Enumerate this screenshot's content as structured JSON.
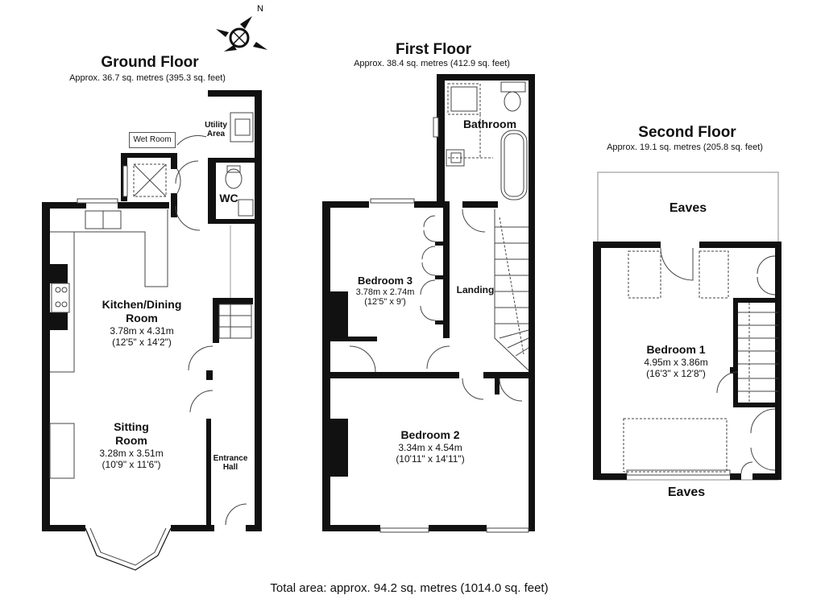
{
  "floors": {
    "ground": {
      "title": "Ground Floor",
      "area": "Approx. 36.7 sq. metres (395.3 sq. feet)",
      "rooms": {
        "kitchen": {
          "name_line1": "Kitchen/Dining",
          "name_line2": "Room",
          "dims_m": "3.78m x 4.31m",
          "dims_ft": "(12'5\" x 14'2\")"
        },
        "sitting": {
          "name_line1": "Sitting",
          "name_line2": "Room",
          "dims_m": "3.28m x 3.51m",
          "dims_ft": "(10'9\" x 11'6\")"
        },
        "entrance": {
          "name_line1": "Entrance",
          "name_line2": "Hall"
        },
        "utility": {
          "name_line1": "Utility",
          "name_line2": "Area"
        },
        "wc": {
          "name": "WC"
        },
        "wet_room": {
          "name": "Wet Room"
        }
      }
    },
    "first": {
      "title": "First Floor",
      "area": "Approx. 38.4 sq. metres (412.9 sq. feet)",
      "rooms": {
        "bathroom": {
          "name": "Bathroom"
        },
        "bedroom3": {
          "name": "Bedroom 3",
          "dims_m": "3.78m x 2.74m",
          "dims_ft": "(12'5\" x 9')"
        },
        "landing": {
          "name": "Landing"
        },
        "bedroom2": {
          "name": "Bedroom 2",
          "dims_m": "3.34m x 4.54m",
          "dims_ft": "(10'11\" x 14'11\")"
        }
      }
    },
    "second": {
      "title": "Second Floor",
      "area": "Approx. 19.1 sq. metres (205.8 sq. feet)",
      "rooms": {
        "eaves_top": {
          "name": "Eaves"
        },
        "eaves_bottom": {
          "name": "Eaves"
        },
        "bedroom1": {
          "name": "Bedroom 1",
          "dims_m": "4.95m x 3.86m",
          "dims_ft": "(16'3\" x 12'8\")"
        }
      }
    }
  },
  "compass": {
    "north_label": "N"
  },
  "total_area": "Total area: approx. 94.2 sq. metres (1014.0 sq. feet)"
}
